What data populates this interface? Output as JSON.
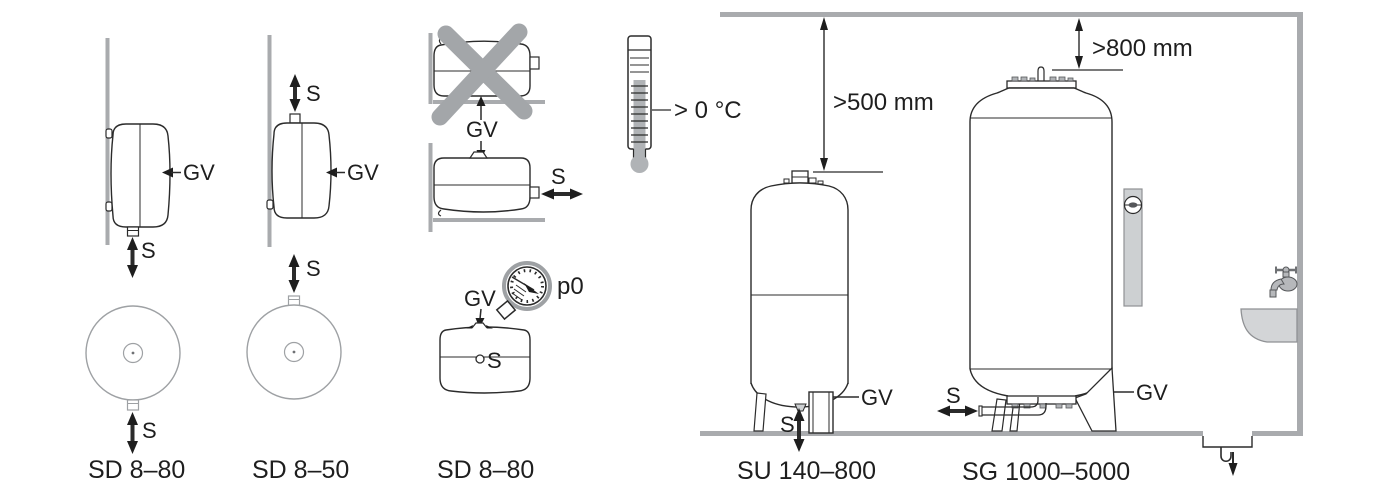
{
  "labels": {
    "gv": "GV",
    "s": "S",
    "p0": "p0",
    "temperature_min": "> 0 °C"
  },
  "dimensions": {
    "wall_clearance": ">500 mm",
    "ceiling_clearance": ">800 mm"
  },
  "captions": {
    "vessel1": "SD 8–80",
    "vessel2": "SD 8–50",
    "vessel3": "SD 8–80",
    "tank_su": "SU 140–800",
    "tank_sg": "SG 1000–5000"
  },
  "colors": {
    "line": "#2b2b2b",
    "structure_gray": "#a9abae",
    "cross_gray": "#a3a6a9",
    "light_fill": "#d3d5d7",
    "mid_fill": "#b0b3b6"
  }
}
